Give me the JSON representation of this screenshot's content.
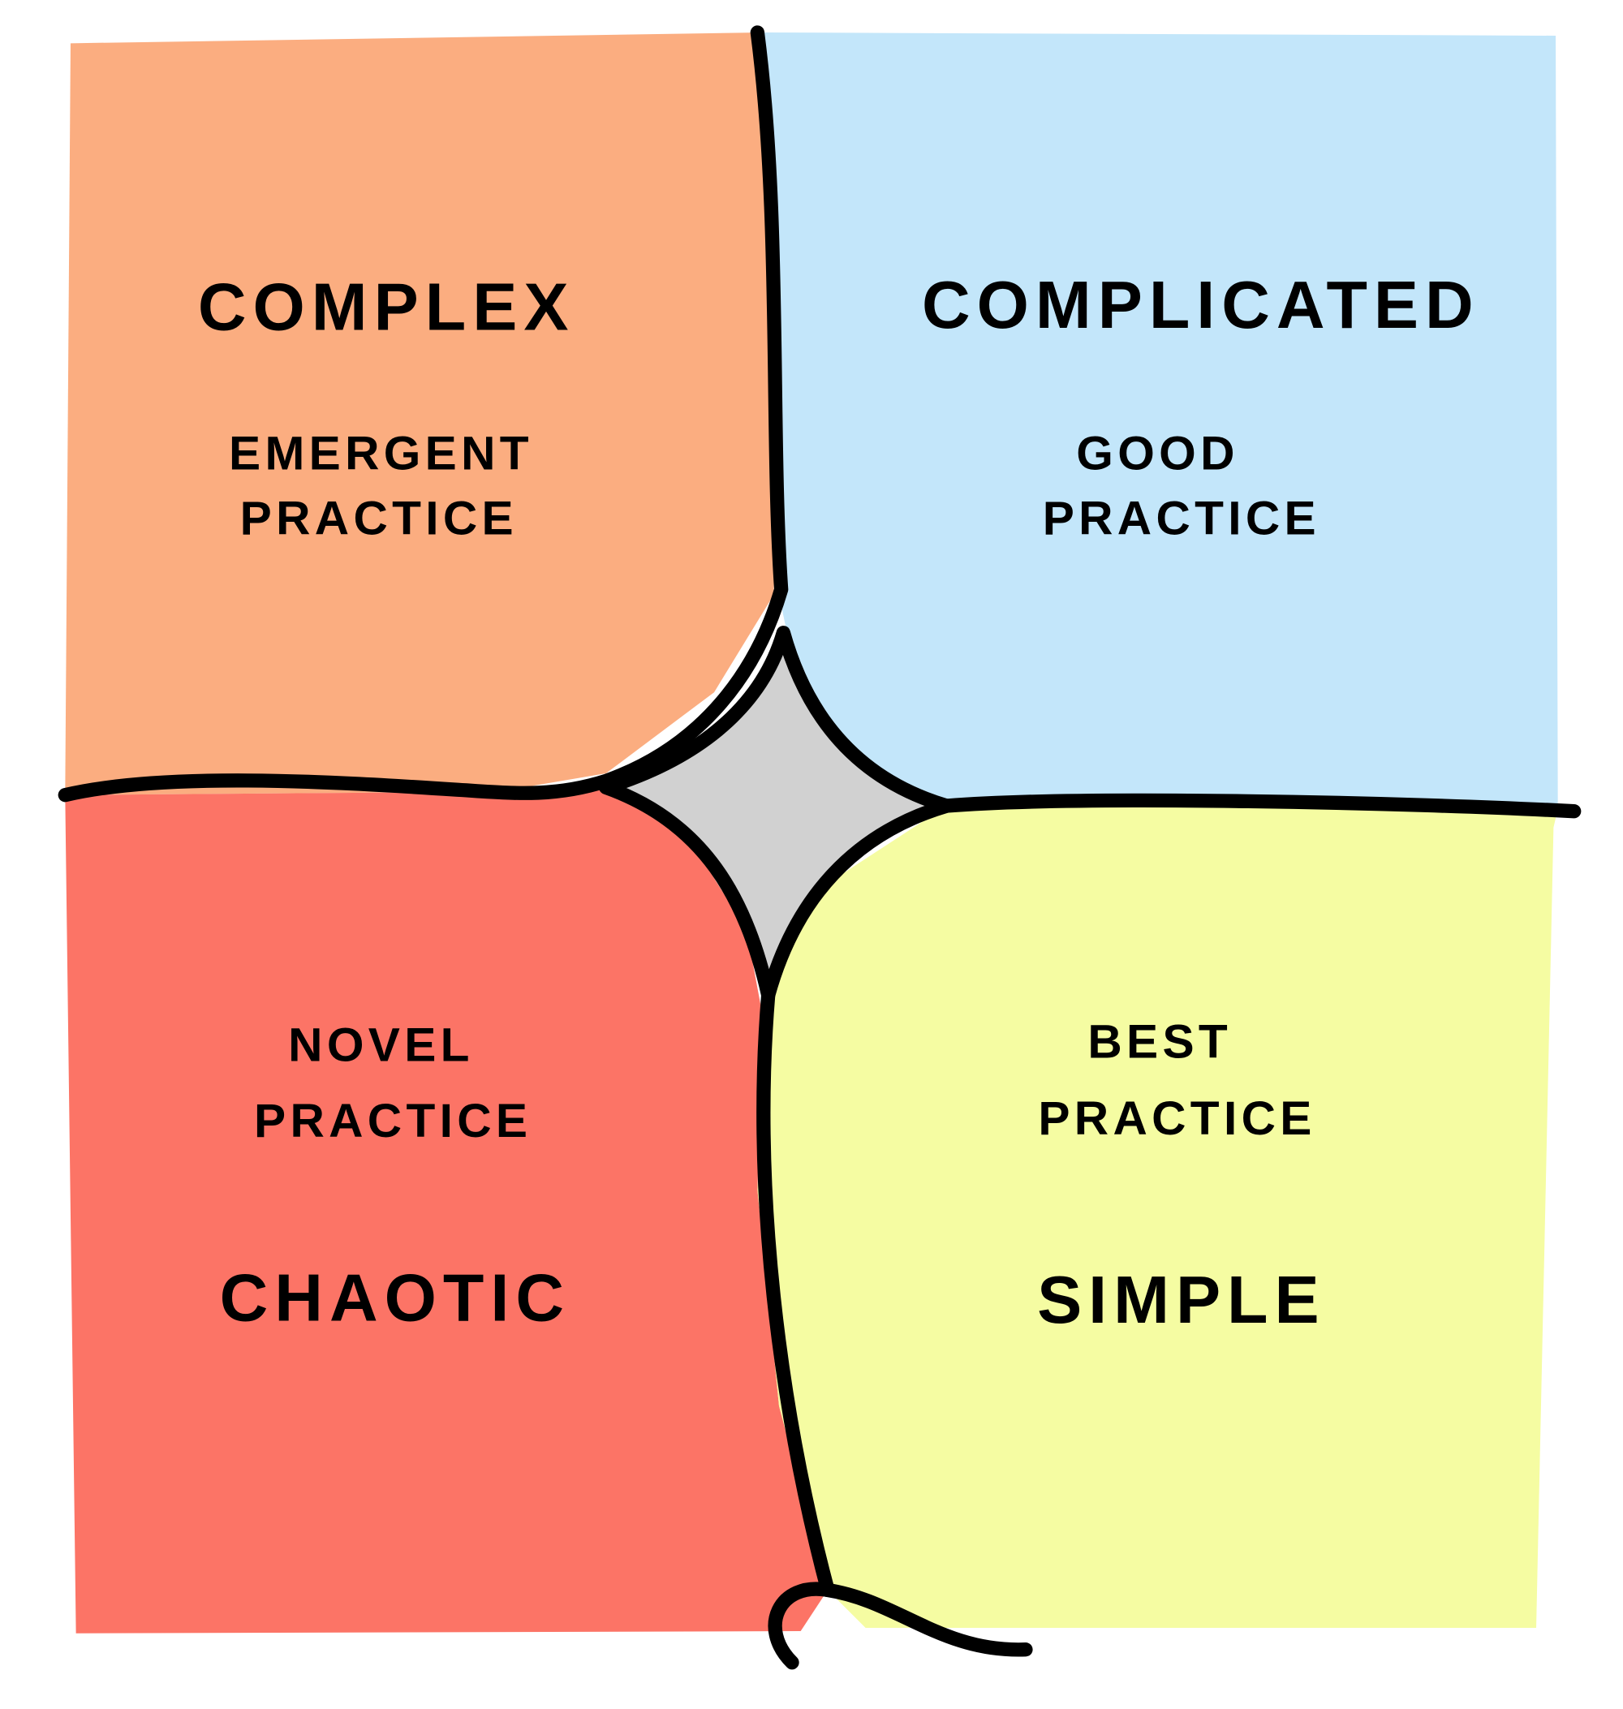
{
  "colors": {
    "complex": "#FBAD80",
    "complicated": "#C3E6FA",
    "chaotic": "#FC7466",
    "simple": "#F5FCA2",
    "disorder": "#D1D1D1",
    "outline": "#000000"
  },
  "quadrants": {
    "complex": {
      "title": "COMPLEX",
      "line1": "EMERGENT",
      "line2": "PRACTICE"
    },
    "complicated": {
      "title": "COMPLICATED",
      "line1": "GOOD",
      "line2": "PRACTICE"
    },
    "chaotic": {
      "title": "CHAOTIC",
      "line1": "NOVEL",
      "line2": "PRACTICE"
    },
    "simple": {
      "title": "SIMPLE",
      "line1": "BEST",
      "line2": "PRACTICE"
    }
  }
}
